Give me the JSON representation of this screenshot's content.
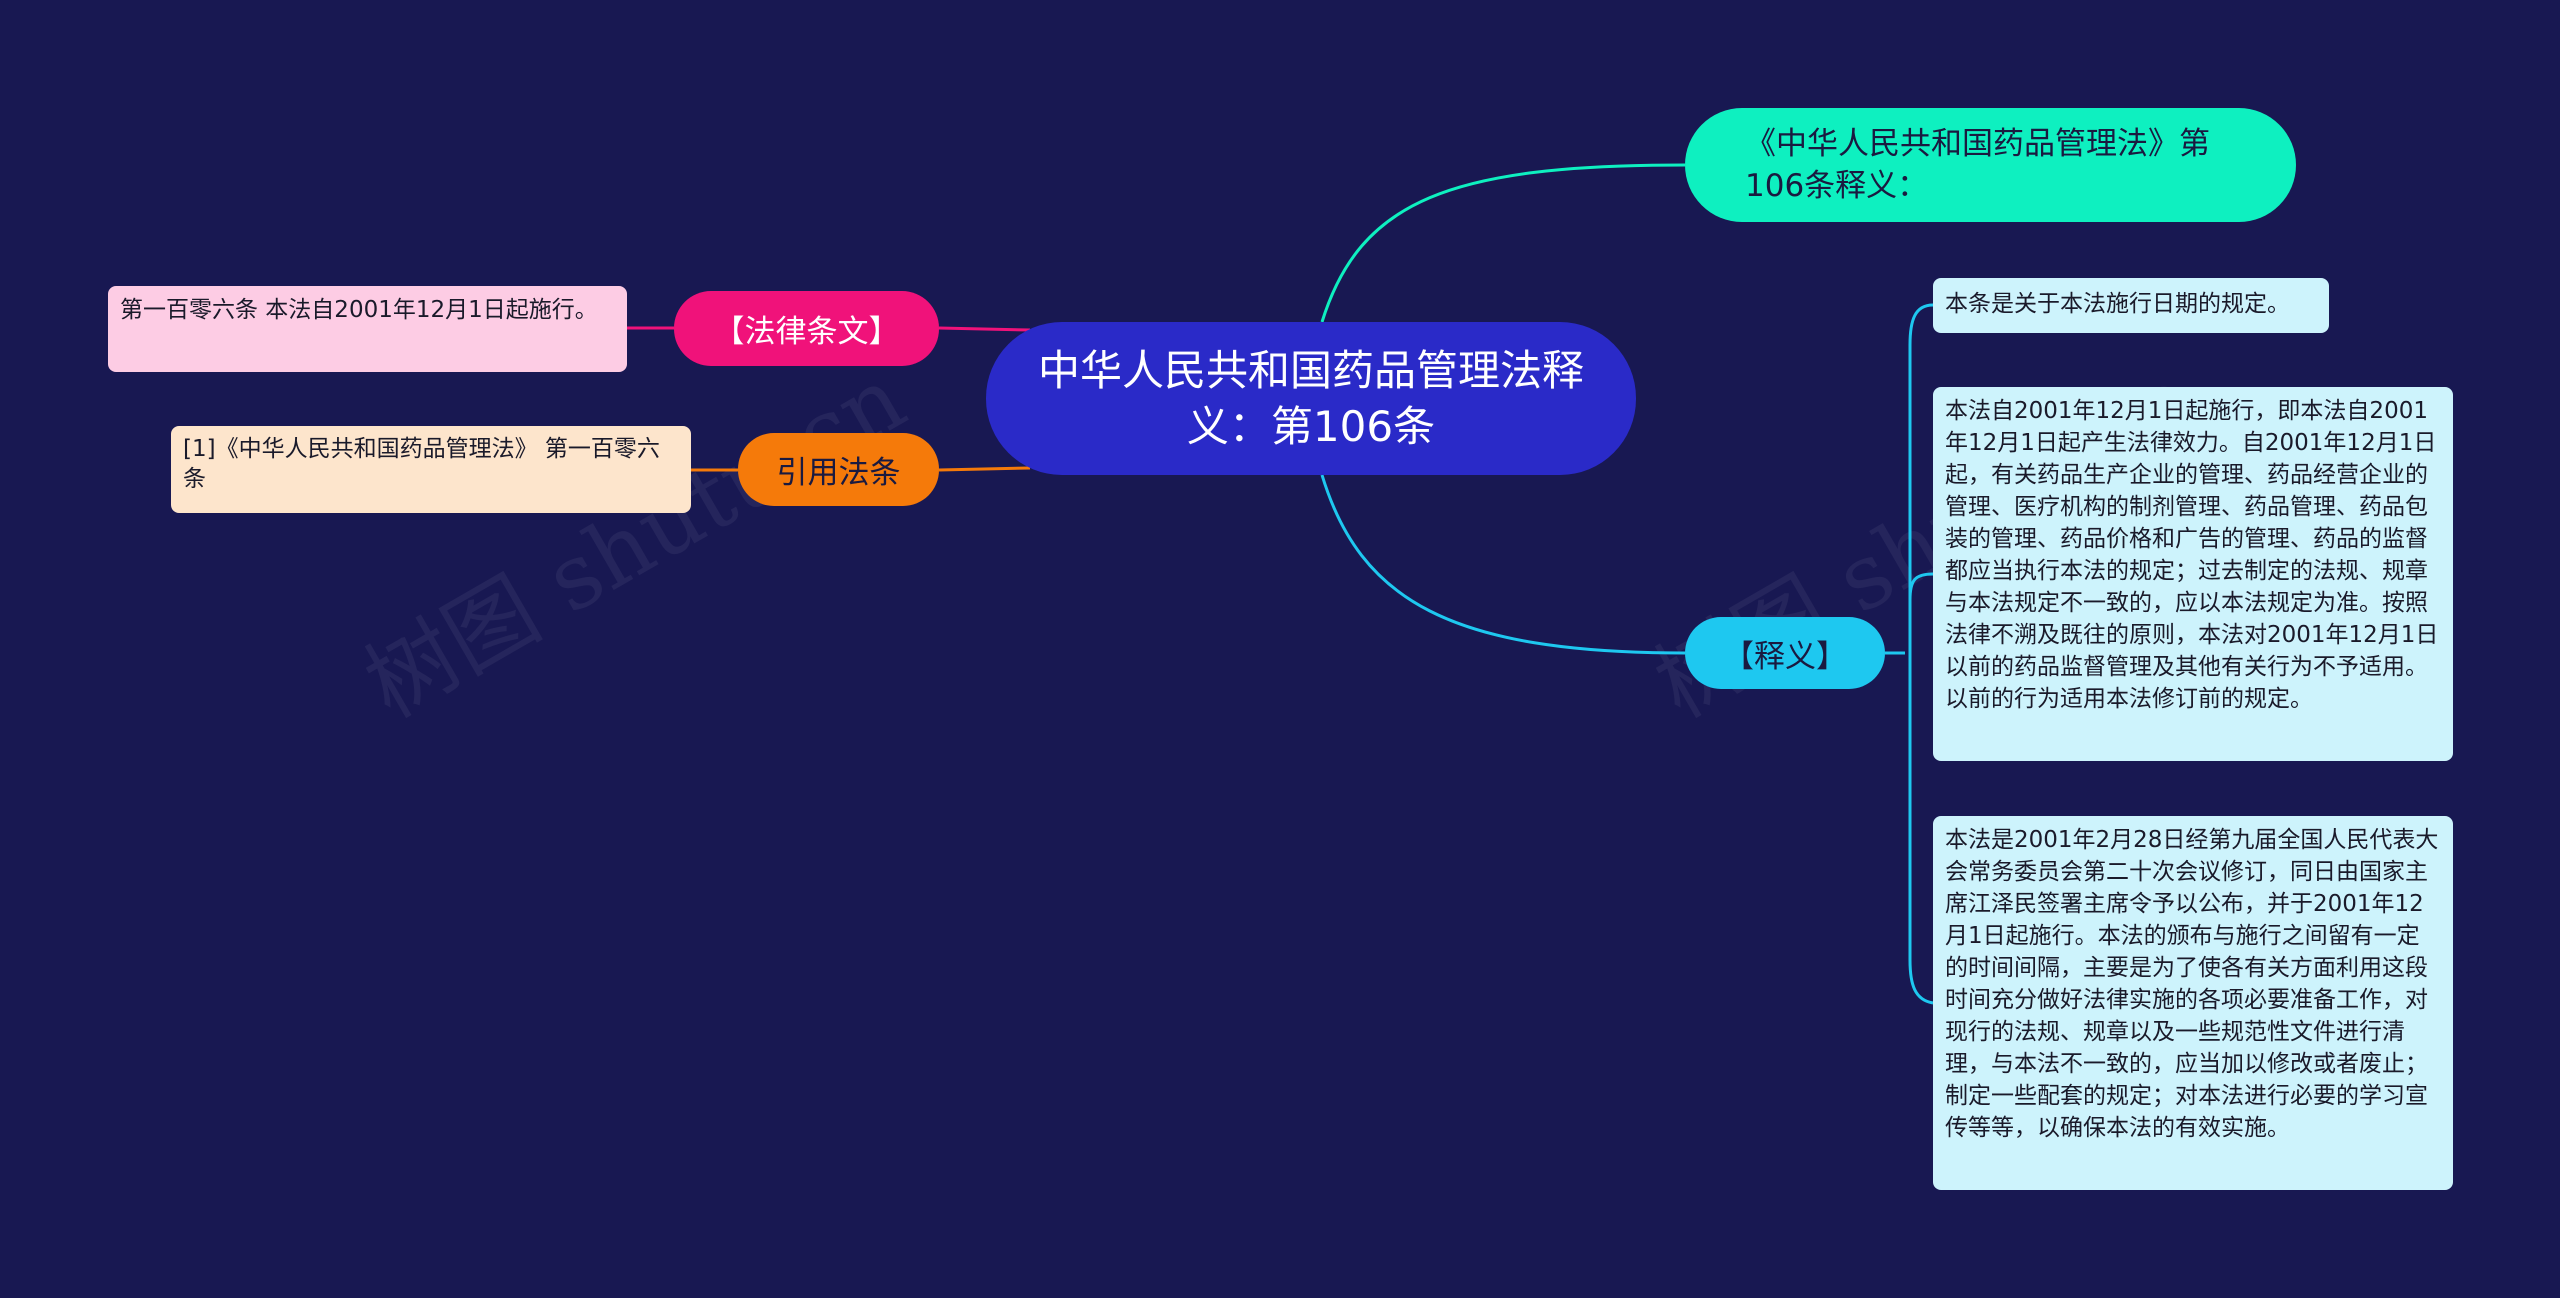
{
  "center": {
    "title": "中华人民共和国药品管理法释义：第106条"
  },
  "right_top": {
    "label": "《中华人民共和国药品管理法》第106条释义："
  },
  "right_mid": {
    "label": "【释义】",
    "items": [
      "本条是关于本法施行日期的规定。",
      "本法自2001年12月1日起施行，即本法自2001年12月1日起产生法律效力。自2001年12月1日起，有关药品生产企业的管理、药品经营企业的管理、医疗机构的制剂管理、药品管理、药品包装的管理、药品价格和广告的管理、药品的监督都应当执行本法的规定；过去制定的法规、规章与本法规定不一致的，应以本法规定为准。按照法律不溯及既往的原则，本法对2001年12月1日以前的药品监督管理及其他有关行为不予适用。以前的行为适用本法修订前的规定。",
      "本法是2001年2月28日经第九届全国人民代表大会常务委员会第二十次会议修订，同日由国家主席江泽民签署主席令予以公布，并于2001年12月1日起施行。本法的颁布与施行之间留有一定的时间间隔，主要是为了使各有关方面利用这段时间充分做好法律实施的各项必要准备工作，对现行的法规、规章以及一些规范性文件进行清理，与本法不一致的，应当加以修改或者废止；制定一些配套的规定；对本法进行必要的学习宣传等等，以确保本法的有效实施。"
    ]
  },
  "left": {
    "law": {
      "label": "【法律条文】",
      "text": "第一百零六条 本法自2001年12月1日起施行。"
    },
    "cite": {
      "label": "引用法条",
      "text": "[1]《中华人民共和国药品管理法》 第一百零六条"
    }
  },
  "watermark": "树图 shutu.cn",
  "colors": {
    "background": "#181852",
    "center": "#2a2ac8",
    "top_right": "#0ef0c0",
    "shiyi": "#1ec8f0",
    "law": "#f0127a",
    "cite": "#f57a0a"
  }
}
